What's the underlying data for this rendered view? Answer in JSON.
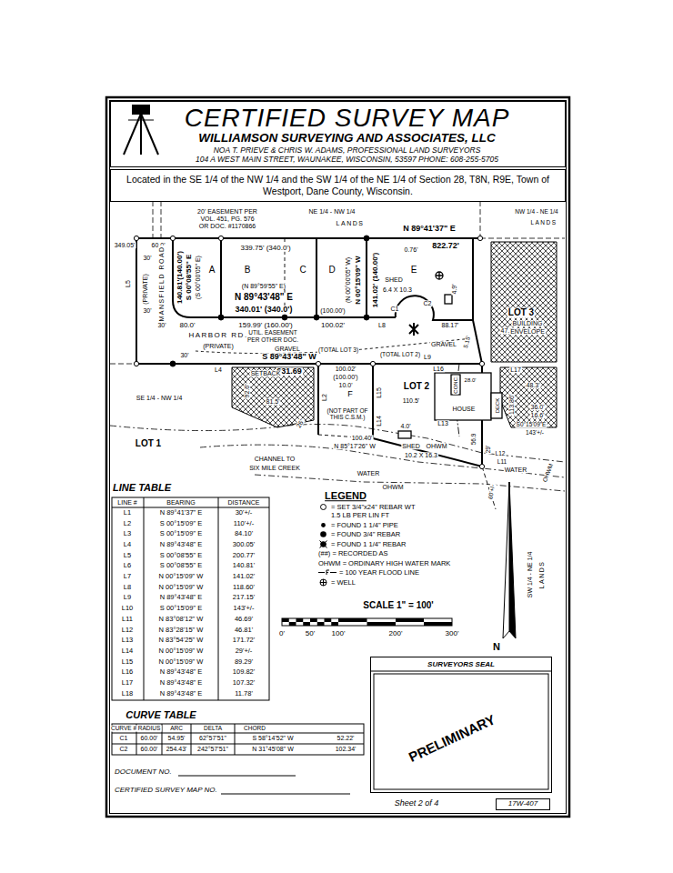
{
  "diagram": {
    "title": "CERTIFIED SURVEY MAP",
    "nodes": [
      {
        "text": [
          "WILLIAMSON SURVEYING AND ASSOCIATES, LLC",
          "NOA T. PRIEVE & CHRIS W. ADAMS, PROFESSIONAL LAND SURVEYORS",
          "104 A WEST MAIN STREET, WAUNAKEE, WISCONSIN, 53597 PHONE: 608-255-5705"
        ]
      },
      {
        "text": [
          "Located in the SE 1/4 of the NW 1/4 and the SW 1/4 of the NE 1/4 of Section 28, T8N, R9E, Town of Westport, Dane County, Wisconsin."
        ]
      },
      {
        "text": [
          "SURVEYORS SEAL"
        ]
      },
      {
        "text": [
          "17W-407"
        ]
      }
    ],
    "labels": [
      "20' EASEMENT PER",
      "VOL. 451, PG. 576",
      "OR DOC. #1170866",
      "NE 1/4 - NW 1/4",
      "LANDS",
      "N 89°41'37\" E",
      "822.72'",
      "NW 1/4 - NE 1/4",
      "LANDS",
      "349.05'",
      "60.0'",
      "30'",
      "339.75' (340.0')",
      "0.76'",
      "A",
      "B",
      "C",
      "D",
      "E",
      "L5",
      "(PRIVATE)",
      "MANSFIELD ROAD",
      "140.81'(140.00')",
      "S 00°08'55\" E",
      "(S 00°00'05\" E)",
      "(N 89°59'55\" E)",
      "N 89°43'48\" E",
      "340.01' (340.0')",
      "(N 00°00'05\" W)",
      "N 00°15'09\" W",
      "141.02' (140.00')",
      "SHED",
      "6.4 X 10.3",
      "4.9'",
      "30'",
      "30'",
      "80.0'",
      "159.99' (160.00')",
      "(100.00')",
      "100.02'",
      "L8",
      "C1",
      "C2",
      "88.17'",
      "HARBOR RD.",
      "(PRIVATE)",
      "UTIL. EASEMENT",
      "PER OTHER DOC.",
      "GRAVEL",
      "(TOTAL LOT 3)",
      "(TOTAL LOT 2)",
      "GRAVEL",
      "47.3'",
      "5.15'",
      "LOT 3",
      "BUILDING",
      "ENVELOPE",
      "30'",
      "S 89°43'48\" W",
      "631.69",
      "L9",
      "L4",
      "SETBACK",
      "100.02'",
      "(100.00')",
      "10.0'",
      "L16",
      "L17",
      "LOT 2",
      "110.5'",
      "92.6'",
      "81.5'",
      "L2",
      "F",
      "(NOT PART OF THIS C.S.M.)",
      "L15",
      "CONC.",
      "28.0'",
      "DECK",
      "48.3'",
      "113.86'",
      "36.0'",
      "16.6'",
      "S0°15'09\"E",
      "143'+/-",
      "HOUSE",
      "SE 1/4 - NW 1/4",
      "26'",
      "L14",
      "4.0'",
      "L13",
      "56.9",
      "29'",
      "L12",
      "L11",
      "100.40'",
      "N 85°17'26\" W",
      "SHED",
      "OHWM",
      "10.2 X 16.3",
      "LOT 1",
      "CHANNEL TO",
      "SIX MILE CREEK",
      "WATER",
      "OHWM",
      "WATER",
      "60'+/-",
      "OHWM",
      "SW 1/4 - NE 1/4",
      "LANDS",
      "N",
      "LINE TABLE",
      "LINE #",
      "BEARING",
      "DISTANCE",
      "L1",
      "N 89°41'37\" E",
      "30'+/-",
      "L2",
      "S 00°15'09\" E",
      "110'+/-",
      "L3",
      "S 00°15'09\" E",
      "84.10'",
      "L4",
      "N 89°43'48\" E",
      "300.05'",
      "L5",
      "S 00°08'55\" E",
      "200.77'",
      "L6",
      "S 00°08'55\" E",
      "140.81'",
      "L7",
      "N 00°15'09\" W",
      "141.02'",
      "L8",
      "N 00°15'09\" W",
      "118.60'",
      "L9",
      "N 89°43'48\" E",
      "217.15'",
      "L10",
      "S 00°15'09\" E",
      "143'+/-",
      "L11",
      "N 83°08'12\" W",
      "46.69'",
      "L12",
      "N 83°28'15\" W",
      "46.81'",
      "L13",
      "N 83°54'25\" W",
      "171.72'",
      "L14",
      "N 00°15'09\" W",
      "29'+/-",
      "L15",
      "N 00°15'09\" W",
      "89.29'",
      "L16",
      "N 89°43'48\" E",
      "109.82'",
      "L17",
      "N 89°43'48\" E",
      "107.32'",
      "L18",
      "N 89°43'48\" E",
      "11.78'",
      "CURVE TABLE",
      "CURVE #",
      "RADIUS",
      "ARC",
      "DELTA",
      "CHORD",
      "C1",
      "60.00'",
      "54.95'",
      "62°57'51\"",
      "S 58°14'52\" W",
      "52.22'",
      "C2",
      "60.00'",
      "254.43'",
      "242°57'51\"",
      "N 31°45'08\" W",
      "102.34'",
      "LEGEND",
      "SCALE 1\" = 100'",
      "0'",
      "50'",
      "100'",
      "200'",
      "300'",
      "PRELIMINARY",
      "DOCUMENT NO.",
      "CERTIFIED SURVEY MAP NO.",
      "Sheet 2 of 4"
    ],
    "legend": [
      {
        "text": "= SET 3/4\"x24\" REBAR WT 1.5 LB PER LIN FT"
      },
      {
        "text": "= FOUND 1 1/4\" PIPE"
      },
      {
        "text": "= FOUND 3/4\" REBAR"
      },
      {
        "text": "= FOUND 1 1/4\" REBAR"
      },
      {
        "text": "(##) = RECORDED AS"
      },
      {
        "text": "OHWM = ORDINARY HIGH WATER MARK"
      },
      {
        "text": "= 100 YEAR FLOOD LINE"
      },
      {
        "text": "= WELL"
      }
    ]
  }
}
